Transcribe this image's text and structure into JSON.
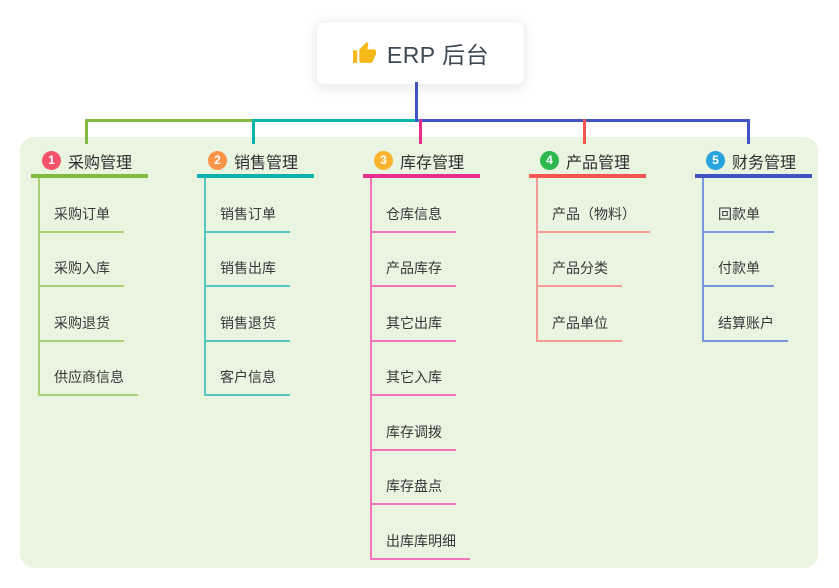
{
  "root": {
    "label": "ERP 后台",
    "icon": "thumbs-up"
  },
  "branches": [
    {
      "index": "1",
      "label": "采购管理",
      "badge_color": "#f4536a",
      "line_color": "#82ba42",
      "child_line_color": "#a9d277",
      "children": [
        "采购订单",
        "采购入库",
        "采购退货",
        "供应商信息"
      ]
    },
    {
      "index": "2",
      "label": "销售管理",
      "badge_color": "#fb9348",
      "line_color": "#0ab3ab",
      "child_line_color": "#56c6c0",
      "children": [
        "销售订单",
        "销售出库",
        "销售退货",
        "客户信息"
      ]
    },
    {
      "index": "3",
      "label": "库存管理",
      "badge_color": "#f7b42c",
      "line_color": "#e62e8f",
      "child_line_color": "#f075ba",
      "children": [
        "仓库信息",
        "产品库存",
        "其它出库",
        "其它入库",
        "库存调拨",
        "库存盘点",
        "出库库明细"
      ]
    },
    {
      "index": "4",
      "label": "产品管理",
      "badge_color": "#2eb84e",
      "line_color": "#f2544f",
      "child_line_color": "#f79a96",
      "children": [
        "产品（物料）",
        "产品分类",
        "产品单位"
      ]
    },
    {
      "index": "5",
      "label": "财务管理",
      "badge_color": "#27a4e0",
      "line_color": "#4254c5",
      "child_line_color": "#7b96dd",
      "children": [
        "回款单",
        "付款单",
        "结算账户"
      ]
    }
  ],
  "colors": {
    "panel_bg": "#e9f5e1",
    "stem": "#4254c5",
    "icon_fill": "#f5b818"
  }
}
